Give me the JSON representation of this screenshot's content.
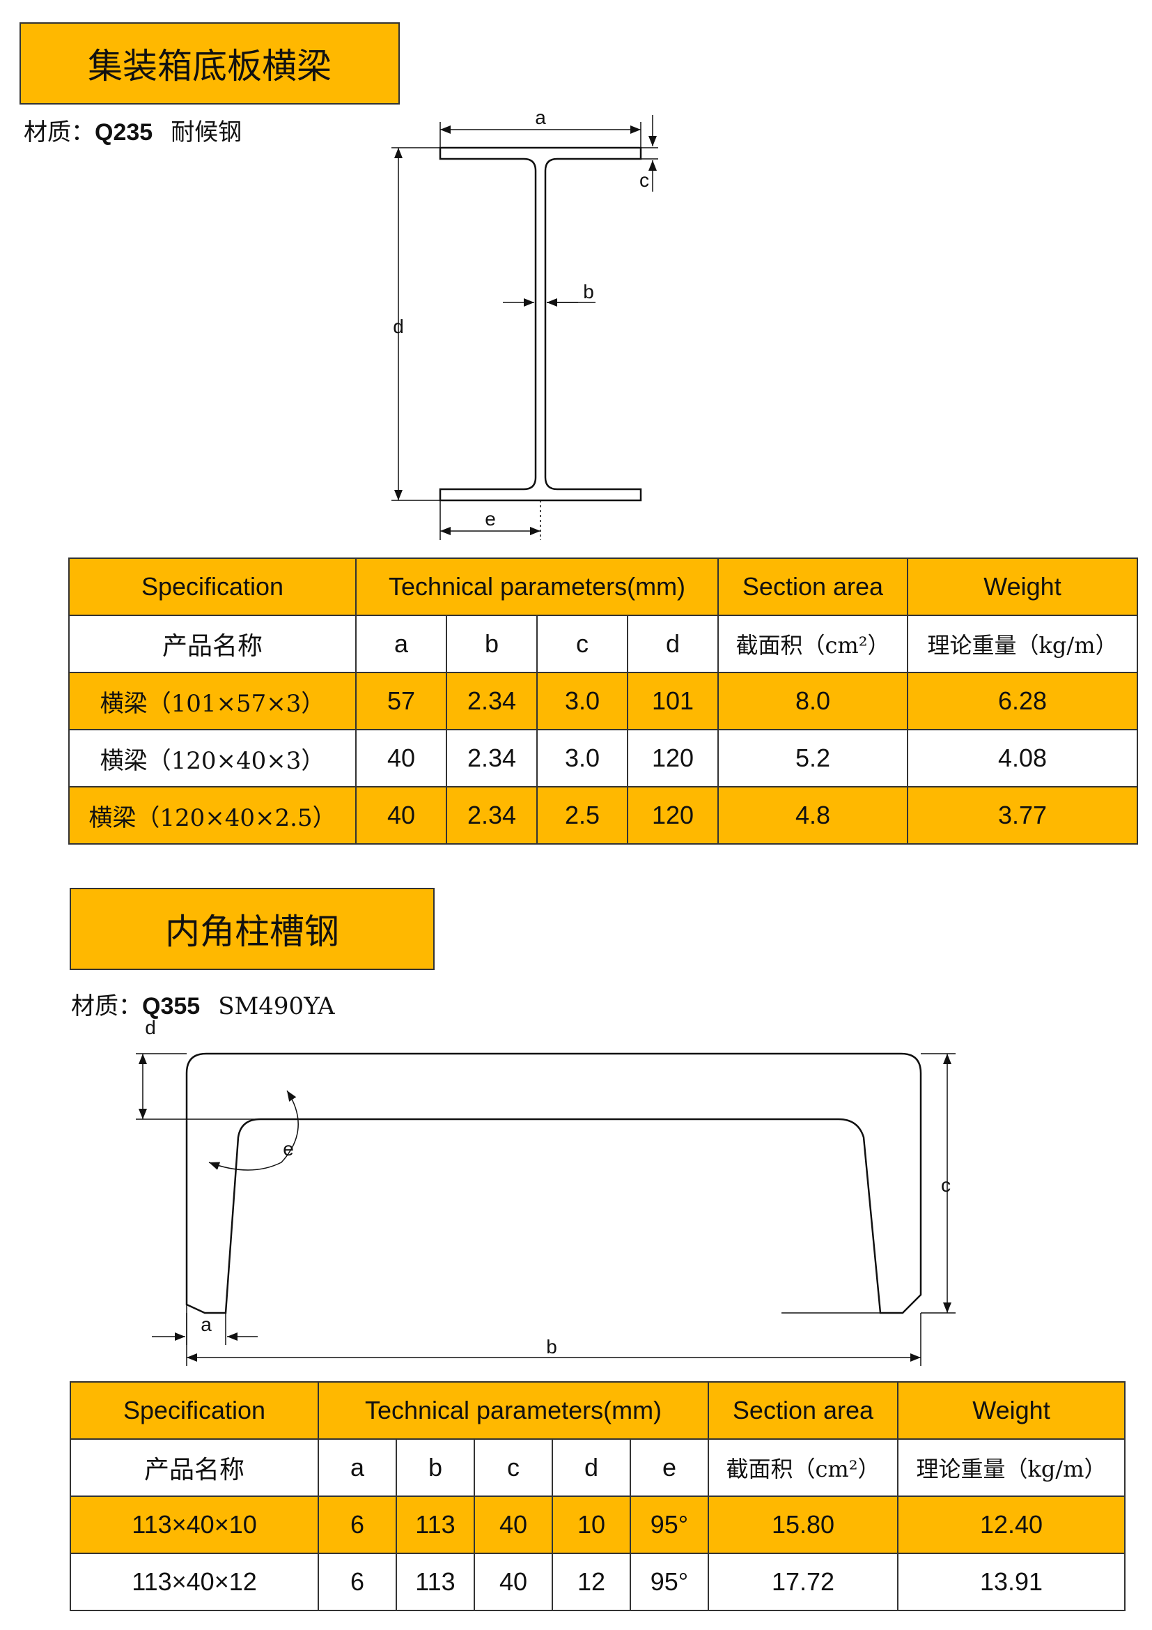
{
  "section1": {
    "title": "集装箱底板横梁",
    "material_label": "材质：",
    "material_grade": "Q235",
    "material_extra": "耐候钢",
    "diagram_labels": {
      "a": "a",
      "b": "b",
      "c": "c",
      "d": "d",
      "e": "e"
    },
    "header_row1": [
      "Specification",
      "Technical parameters(mm)",
      "Section area",
      "Weight"
    ],
    "header_row2": [
      "产品名称",
      "a",
      "b",
      "c",
      "d",
      "截面积（cm²）",
      "理论重量（kg/m）"
    ],
    "rows": [
      [
        "横梁（101×57×3）",
        "57",
        "2.34",
        "3.0",
        "101",
        "8.0",
        "6.28"
      ],
      [
        "横梁（120×40×3）",
        "40",
        "2.34",
        "3.0",
        "120",
        "5.2",
        "4.08"
      ],
      [
        "横梁（120×40×2.5）",
        "40",
        "2.34",
        "2.5",
        "120",
        "4.8",
        "3.77"
      ]
    ]
  },
  "section2": {
    "title": "内角柱槽钢",
    "material_label": "材质：",
    "material_grade": "Q355",
    "material_extra": "SM490YA",
    "diagram_labels": {
      "a": "a",
      "b": "b",
      "c": "c",
      "d": "d",
      "e": "e"
    },
    "header_row1": [
      "Specification",
      "Technical parameters(mm)",
      "Section area",
      "Weight"
    ],
    "header_row2": [
      "产品名称",
      "a",
      "b",
      "c",
      "d",
      "e",
      "截面积（cm²）",
      "理论重量（kg/m）"
    ],
    "rows": [
      [
        "113×40×10",
        "6",
        "113",
        "40",
        "10",
        "95°",
        "15.80",
        "12.40"
      ],
      [
        "113×40×12",
        "6",
        "113",
        "40",
        "12",
        "95°",
        "17.72",
        "13.91"
      ]
    ]
  },
  "colors": {
    "accent": "#FFB800",
    "border": "#333333",
    "text": "#111111"
  }
}
